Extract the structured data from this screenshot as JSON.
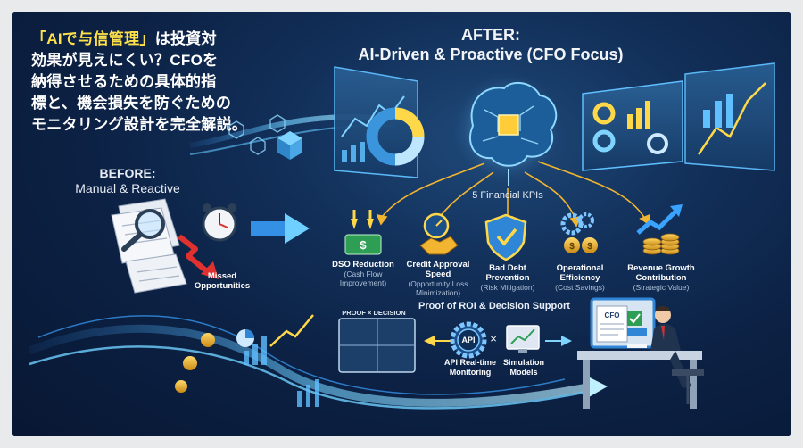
{
  "headline": {
    "lines": [
      {
        "y": "「AIで与信管理」",
        "w": "は投資対"
      },
      {
        "y": "",
        "w": "効果が見えにくい？CFOを"
      },
      {
        "y": "",
        "w": "納得させるための具体的指"
      },
      {
        "y": "",
        "w": "標と、機会損失を防ぐための"
      },
      {
        "y": "",
        "w": "モニタリング設計を完全解説。"
      }
    ]
  },
  "after": {
    "label": "AFTER:",
    "title": "AI-Driven & Proactive (CFO Focus)"
  },
  "before": {
    "label": "BEFORE:",
    "title": "Manual & Reactive"
  },
  "missed": {
    "line1": "Missed",
    "line2": "Opportunities"
  },
  "kpi_header": "5 Financial KPIs",
  "kpis": [
    {
      "name1": "DSO Reduction",
      "name2": "",
      "sub1": "(Cash Flow",
      "sub2": "Improvement)",
      "sub3": "",
      "icon": "money-arrows-icon"
    },
    {
      "name1": "Credit Approval",
      "name2": "Speed",
      "sub1": "(Opportunity Loss",
      "sub2": "Minimization)",
      "sub3": "",
      "icon": "handshake-stopwatch-icon"
    },
    {
      "name1": "Bad Debt",
      "name2": "Prevention",
      "sub1": "(Risk Mitigation)",
      "sub2": "",
      "sub3": "",
      "icon": "shield-check-icon"
    },
    {
      "name1": "Operational",
      "name2": "Efficiency",
      "sub1": "(Cost Savings)",
      "sub2": "",
      "sub3": "",
      "icon": "gears-coins-icon"
    },
    {
      "name1": "Revenue Growth",
      "name2": "Contribution",
      "sub1": "(Strategic Value)",
      "sub2": "",
      "sub3": "",
      "icon": "coins-growth-icon"
    }
  ],
  "roi": {
    "title": "Proof of ROI & Decision Support",
    "panel_label": "PROOF × DECISION",
    "api_badge": "API",
    "times": "×",
    "api_label1": "API Real-time",
    "api_label2": "Monitoring",
    "sim_label1": "Simulation",
    "sim_label2": "Models",
    "cfo_doc": "CFO"
  },
  "colors": {
    "background": "#0c2144",
    "accent_blue": "#4fb8ff",
    "highlight_yellow": "#ffe14a",
    "gold": "#f2b531",
    "alert_red": "#e0312f"
  }
}
